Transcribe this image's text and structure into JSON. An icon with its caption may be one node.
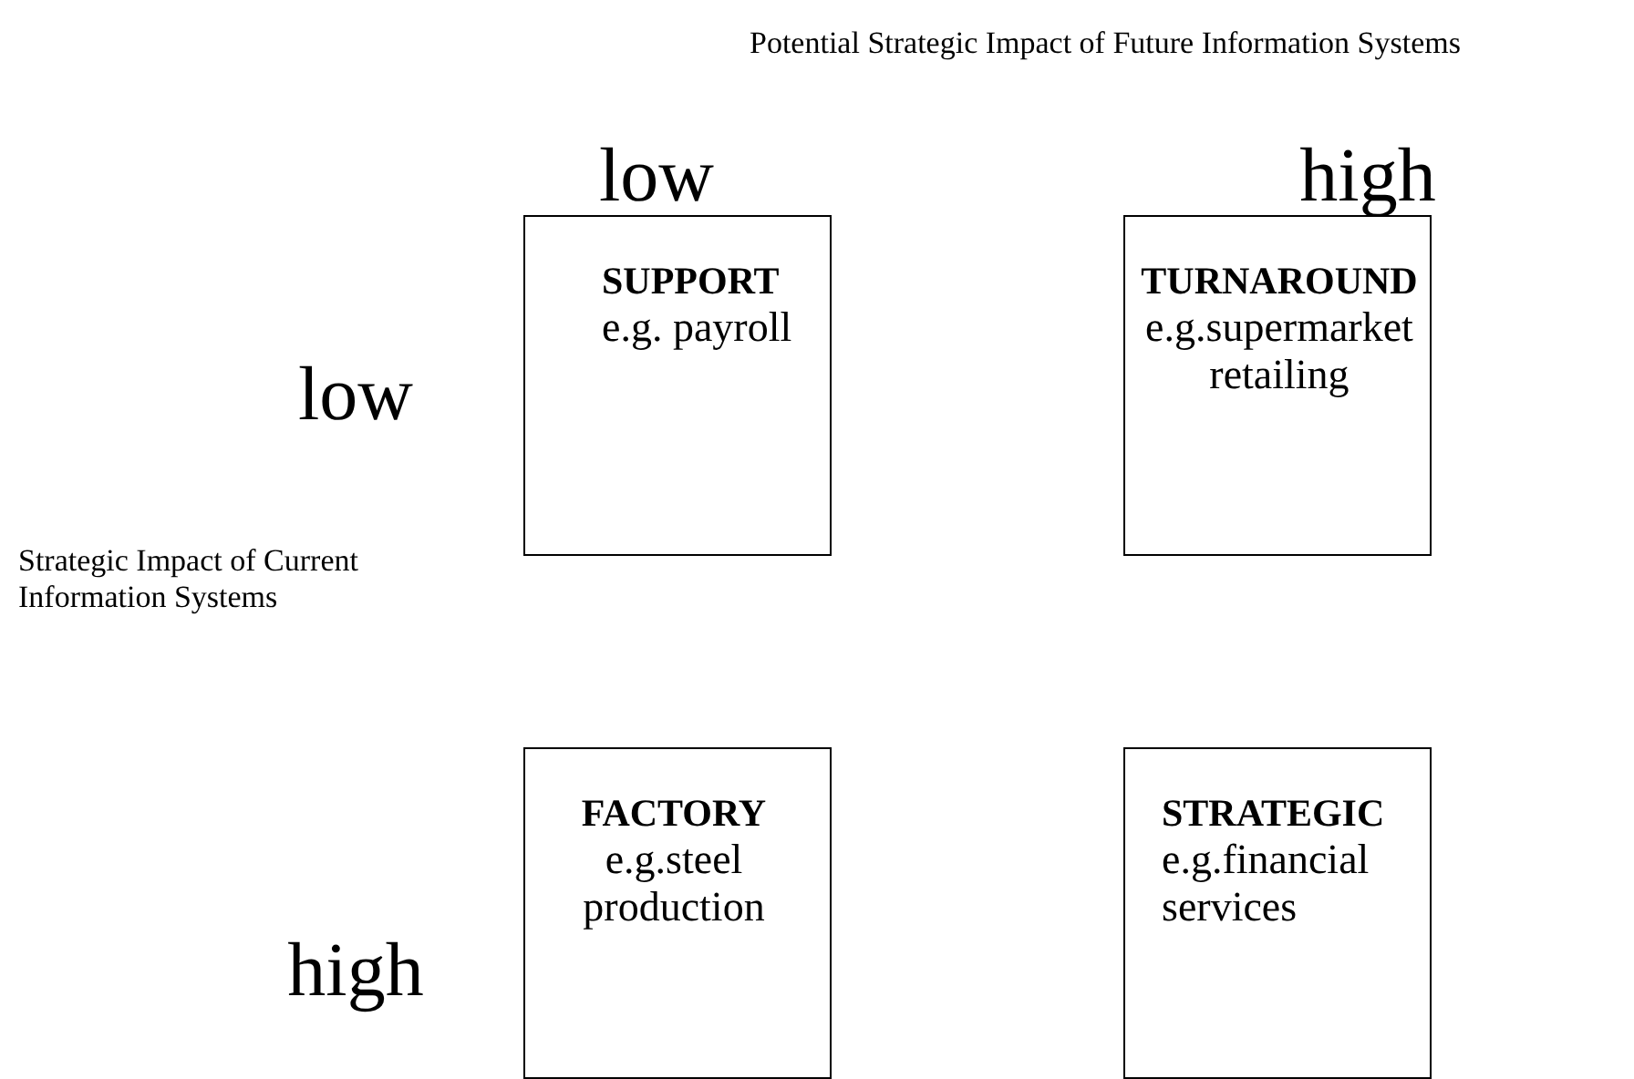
{
  "diagram": {
    "title": "Potential  Strategic Impact of Future Information Systems",
    "nodes": [
      {
        "text": [
          "SUPPORT",
          "e.g. payroll"
        ]
      },
      {
        "text": [
          "TURNAROUND",
          "e.g.supermarket retailing"
        ]
      },
      {
        "text": [
          "FACTORY",
          "e.g.steel production"
        ]
      },
      {
        "text": [
          "STRATEGIC",
          "e.g.financial services"
        ]
      }
    ],
    "labels": [
      "low",
      "high",
      "low",
      "Strategic Impact of Current Information Systems",
      "high"
    ]
  }
}
